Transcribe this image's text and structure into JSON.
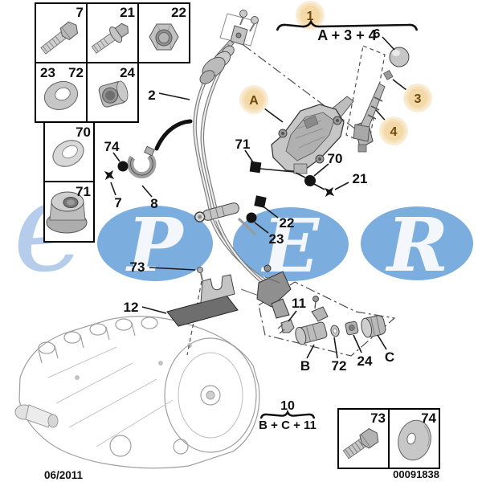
{
  "watermark": {
    "letter_e": "e",
    "letter_p": "P",
    "letter_e2": "E",
    "letter_r": "R",
    "ellipse_color": "#7badde",
    "letter_color": "#f3f7fc",
    "e_color": "#b5cdeb"
  },
  "callouts": {
    "circle_color": "#f4d9a8",
    "text_color": "#6f4a0d",
    "group_top": {
      "number": "1",
      "formula": "A + 3 + 4"
    },
    "group_bottom": {
      "number": "10",
      "formula": "B + C + 11"
    },
    "a": "A",
    "three": "3",
    "four": "4"
  },
  "inset_grid": {
    "cell7": "7",
    "cell21": "21",
    "cell22": "22",
    "cell23": "23",
    "cell72": "72",
    "cell24": "24",
    "cell70": "70",
    "cell71": "71"
  },
  "inset_bottom": {
    "cell73": "73",
    "cell74": "74"
  },
  "part_labels": {
    "p2": "2",
    "p6": "6",
    "p7": "7",
    "p8": "8",
    "p11": "11",
    "p12": "12",
    "p21": "21",
    "p22": "22",
    "p23": "23",
    "p70": "70",
    "p71": "71",
    "p72": "72",
    "p73": "73",
    "p74": "74",
    "p24": "24",
    "pB": "B",
    "pC": "C"
  },
  "footer": {
    "date": "06/2011",
    "code": "00091838"
  }
}
